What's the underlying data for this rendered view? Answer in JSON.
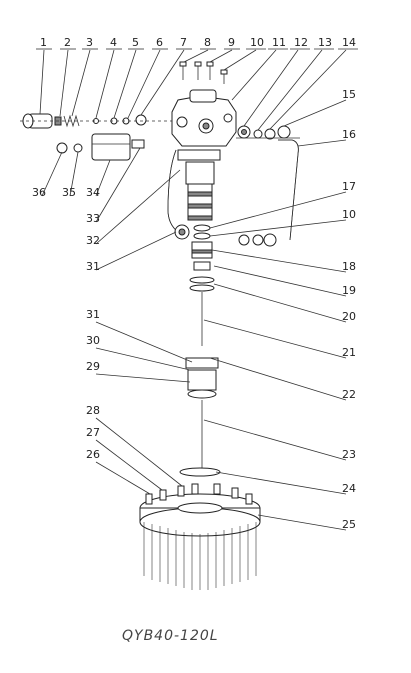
{
  "drawing": {
    "model_label": "QYB40-120L",
    "callouts": [
      "1",
      "2",
      "3",
      "4",
      "5",
      "6",
      "7",
      "8",
      "9",
      "10",
      "11",
      "12",
      "13",
      "14",
      "15",
      "16",
      "17",
      "10",
      "18",
      "19",
      "20",
      "21",
      "22",
      "23",
      "24",
      "25",
      "26",
      "27",
      "28",
      "29",
      "30",
      "31",
      "31",
      "32",
      "33",
      "34",
      "35",
      "36"
    ]
  }
}
